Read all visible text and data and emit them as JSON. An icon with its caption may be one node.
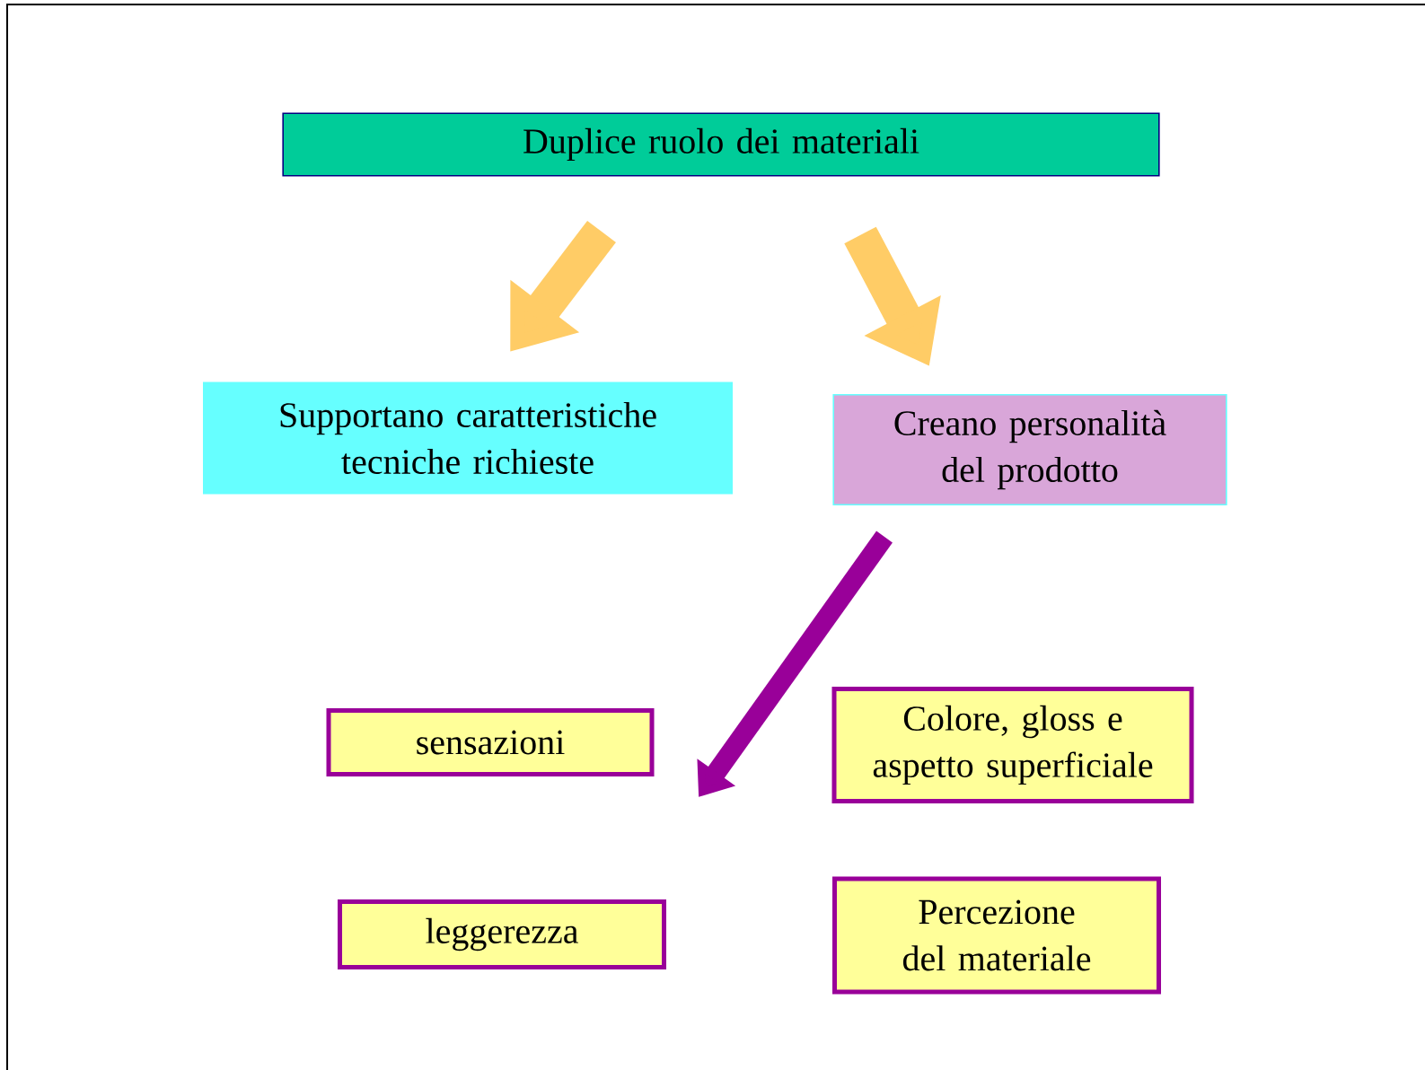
{
  "diagram": {
    "nodes": [
      {
        "text": [
          "Duplice ruolo dei materiali"
        ]
      },
      {
        "text": [
          "Supportano caratteristiche tecniche richieste"
        ]
      },
      {
        "text": [
          "Creano personalità del prodotto"
        ]
      },
      {
        "text": [
          "sensazioni"
        ]
      },
      {
        "text": [
          "Colore, gloss e aspetto superficiale"
        ]
      },
      {
        "text": [
          "leggerezza"
        ]
      },
      {
        "text": [
          "Percezione del materiale"
        ]
      }
    ],
    "edges": [
      {
        "from": 0,
        "to": 1,
        "arrow": "to"
      },
      {
        "from": 0,
        "to": 2,
        "arrow": "to"
      },
      {
        "from": 2,
        "to": null,
        "arrow": "to",
        "color": "#990099"
      }
    ]
  }
}
